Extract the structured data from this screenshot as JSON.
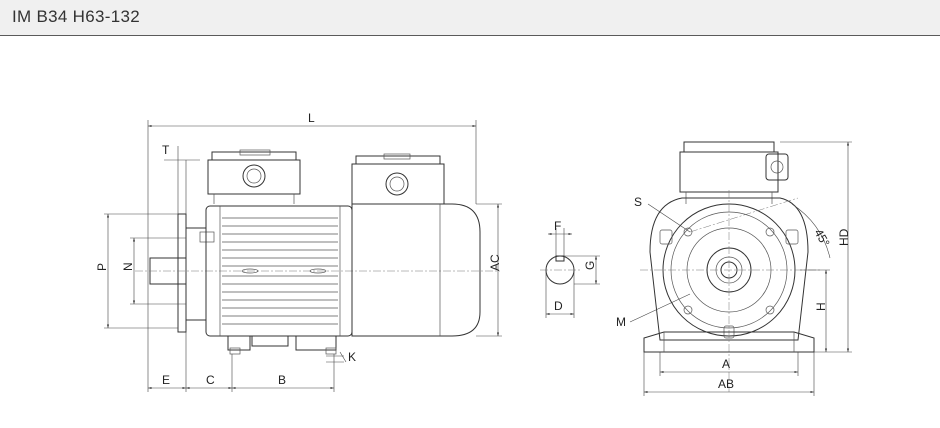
{
  "header": {
    "title": "IM B34 H63-132"
  },
  "side_view": {
    "labels": {
      "L": "L",
      "T": "T",
      "P": "P",
      "N": "N",
      "AC": "AC",
      "E": "E",
      "C": "C",
      "B": "B",
      "K": "K"
    }
  },
  "shaft_section": {
    "labels": {
      "F": "F",
      "G": "G",
      "D": "D"
    }
  },
  "front_view": {
    "labels": {
      "S": "S",
      "M": "M",
      "HD": "HD",
      "H": "H",
      "A": "A",
      "AB": "AB",
      "angle": "45°"
    }
  }
}
